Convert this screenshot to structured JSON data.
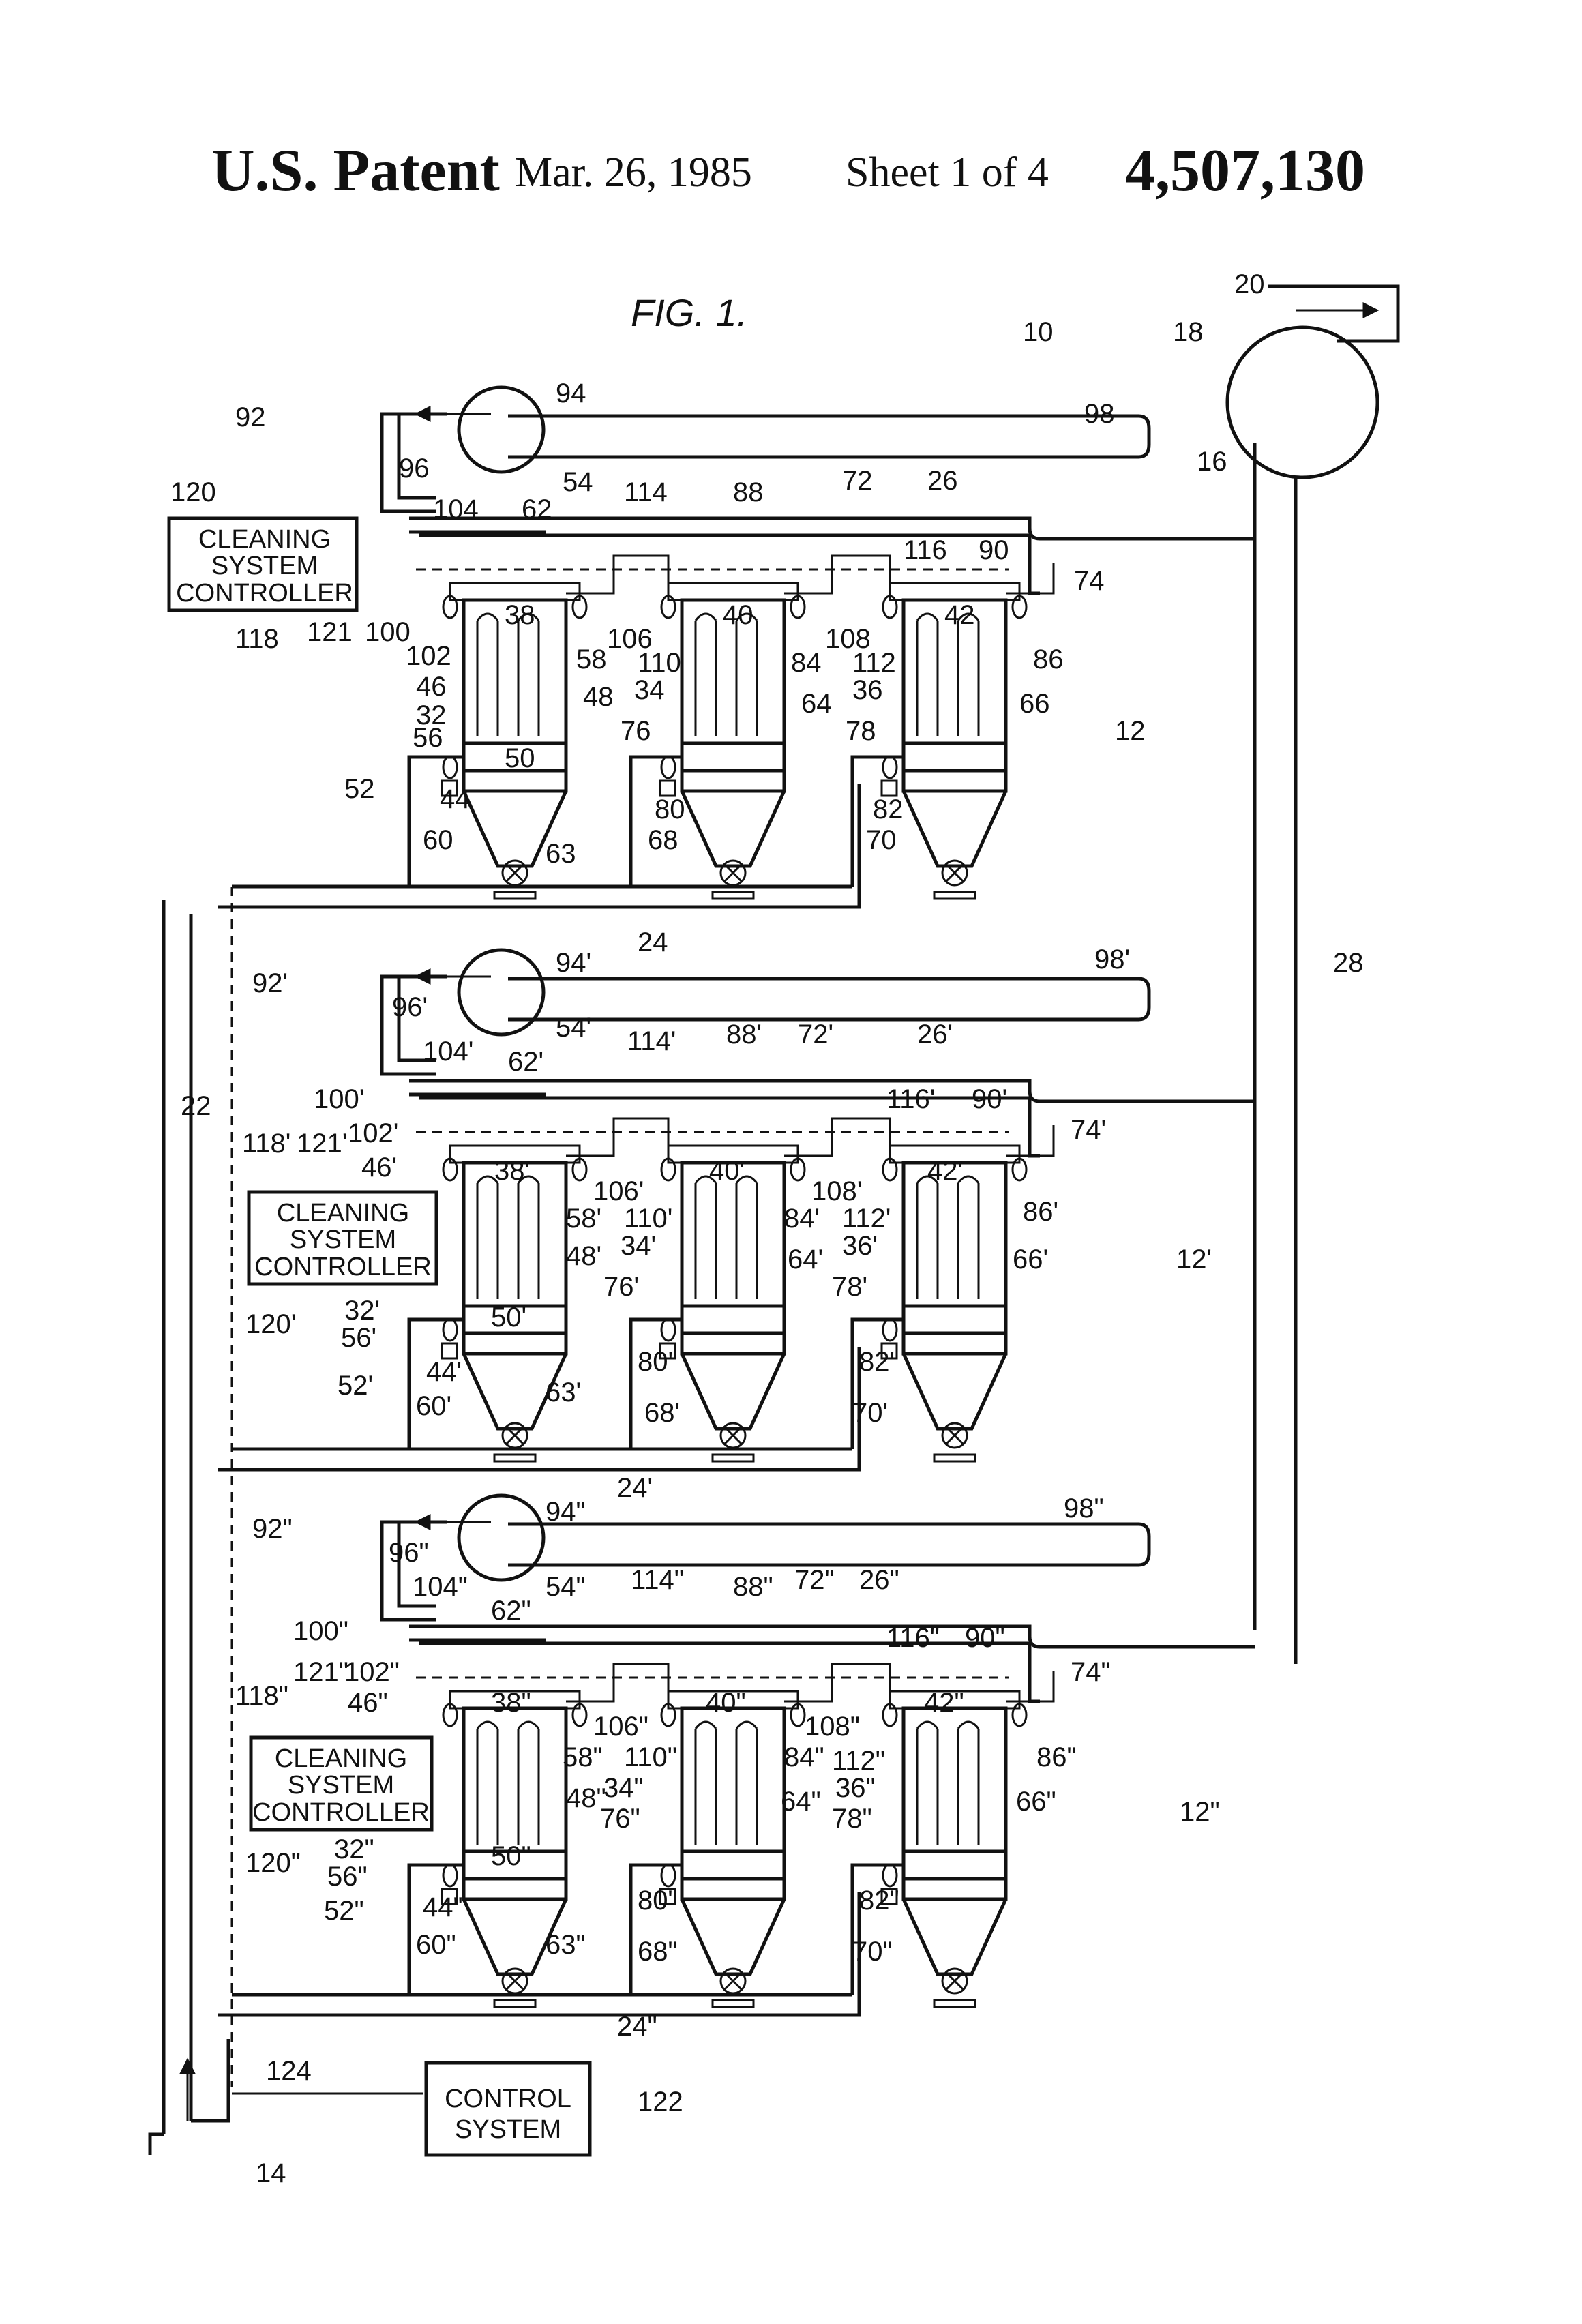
{
  "header": {
    "patent": "U.S. Patent",
    "date": "Mar. 26, 1985",
    "sheet": "Sheet 1 of 4",
    "number": "4,507,130"
  },
  "figure": {
    "title": "FIG. 1.",
    "control_system": "CONTROL SYSTEM",
    "controller_lines": [
      "CLEANING",
      "SYSTEM",
      "CONTROLLER"
    ],
    "global_labels": {
      "l10": "10",
      "l16": "16",
      "l18": "18",
      "l20": "20",
      "l22": "22",
      "l28": "28",
      "l14": "14",
      "l122": "122",
      "l124": "124"
    },
    "banks": [
      {
        "suffix": "",
        "labels": {
          "b92": "92",
          "b94": "94",
          "b96": "96",
          "b98": "98",
          "b26": "26",
          "b72": "72",
          "b88": "88",
          "b114": "114",
          "b54": "54",
          "b62": "62",
          "b104": "104",
          "b120": "120",
          "b118": "118",
          "b121": "121",
          "b100": "100",
          "b102": "102",
          "b46": "46",
          "b32": "32",
          "b56": "56",
          "b52": "52",
          "b44": "44",
          "b60": "60",
          "b50": "50",
          "b48": "48",
          "b38": "38",
          "b58": "58",
          "b106": "106",
          "b110": "110",
          "b34": "34",
          "b40": "40",
          "b84": "84",
          "b108": "108",
          "b112": "112",
          "b36": "36",
          "b42": "42",
          "b116": "116",
          "b90": "90",
          "b74": "74",
          "b86": "86",
          "b64": "64",
          "b66": "66",
          "b76": "76",
          "b78": "78",
          "b80": "80",
          "b82": "82",
          "b68": "68",
          "b70": "70",
          "b63": "63",
          "b12": "12",
          "b24": "24"
        }
      },
      {
        "suffix": "'",
        "labels": {
          "b92": "92'",
          "b94": "94'",
          "b96": "96'",
          "b98": "98'",
          "b26": "26'",
          "b72": "72'",
          "b88": "88'",
          "b114": "114'",
          "b54": "54'",
          "b62": "62'",
          "b104": "104'",
          "b120": "120'",
          "b118": "118'",
          "b121": "121'",
          "b100": "100'",
          "b102": "102'",
          "b46": "46'",
          "b32": "32'",
          "b56": "56'",
          "b52": "52'",
          "b44": "44'",
          "b60": "60'",
          "b50": "50'",
          "b48": "48'",
          "b38": "38'",
          "b58": "58'",
          "b106": "106'",
          "b110": "110'",
          "b34": "34'",
          "b40": "40'",
          "b84": "84'",
          "b108": "108'",
          "b112": "112'",
          "b36": "36'",
          "b42": "42'",
          "b116": "116'",
          "b90": "90'",
          "b74": "74'",
          "b86": "86'",
          "b64": "64'",
          "b66": "66'",
          "b76": "76'",
          "b78": "78'",
          "b80": "80'",
          "b82": "82'",
          "b68": "68'",
          "b70": "70'",
          "b63": "63'",
          "b12": "12'",
          "b24": "24'"
        }
      },
      {
        "suffix": "\"",
        "labels": {
          "b92": "92\"",
          "b94": "94\"",
          "b96": "96\"",
          "b98": "98\"",
          "b26": "26\"",
          "b72": "72\"",
          "b88": "88\"",
          "b114": "114\"",
          "b54": "54\"",
          "b62": "62\"",
          "b104": "104\"",
          "b120": "120\"",
          "b118": "118\"",
          "b121": "121\"",
          "b100": "100\"",
          "b102": "102\"",
          "b46": "46\"",
          "b32": "32\"",
          "b56": "56\"",
          "b52": "52\"",
          "b44": "44\"",
          "b60": "60\"",
          "b50": "50\"",
          "b48": "48\"",
          "b38": "38\"",
          "b58": "58\"",
          "b106": "106\"",
          "b110": "110\"",
          "b34": "34\"",
          "b40": "40\"",
          "b84": "84\"",
          "b108": "108\"",
          "b112": "112\"",
          "b36": "36\"",
          "b42": "42\"",
          "b116": "116\"",
          "b90": "90\"",
          "b74": "74\"",
          "b86": "86\"",
          "b64": "64\"",
          "b66": "66\"",
          "b76": "76\"",
          "b78": "78\"",
          "b80": "80\"",
          "b82": "82\"",
          "b68": "68\"",
          "b70": "70\"",
          "b63": "63\"",
          "b12": "12\"",
          "b24": "24\""
        }
      }
    ]
  }
}
